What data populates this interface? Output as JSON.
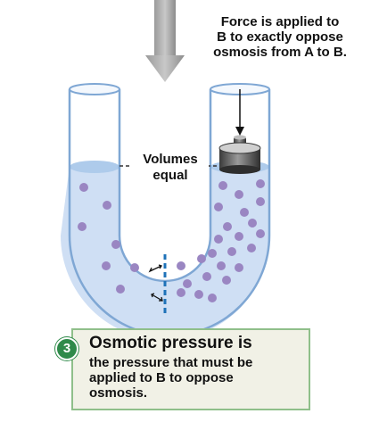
{
  "force_label": {
    "lines": [
      "Force is applied to",
      "B to exactly oppose",
      "osmosis from A to B."
    ]
  },
  "volumes_label": {
    "lines": [
      "Volumes",
      "equal"
    ]
  },
  "callout": {
    "step_number": "3",
    "title": "Osmotic pressure is",
    "body_lines": [
      "the pressure that must be",
      "applied to B to oppose",
      "osmosis."
    ]
  },
  "colors": {
    "solution": "#cfdff4",
    "solute_particle": "#9a86c2",
    "membrane": "#1e72b8",
    "tube_wall": "#7fa7d4",
    "callout_border": "#8fbf8a",
    "callout_fill": "#f1f1e6",
    "badge": "#2f8a4a"
  }
}
